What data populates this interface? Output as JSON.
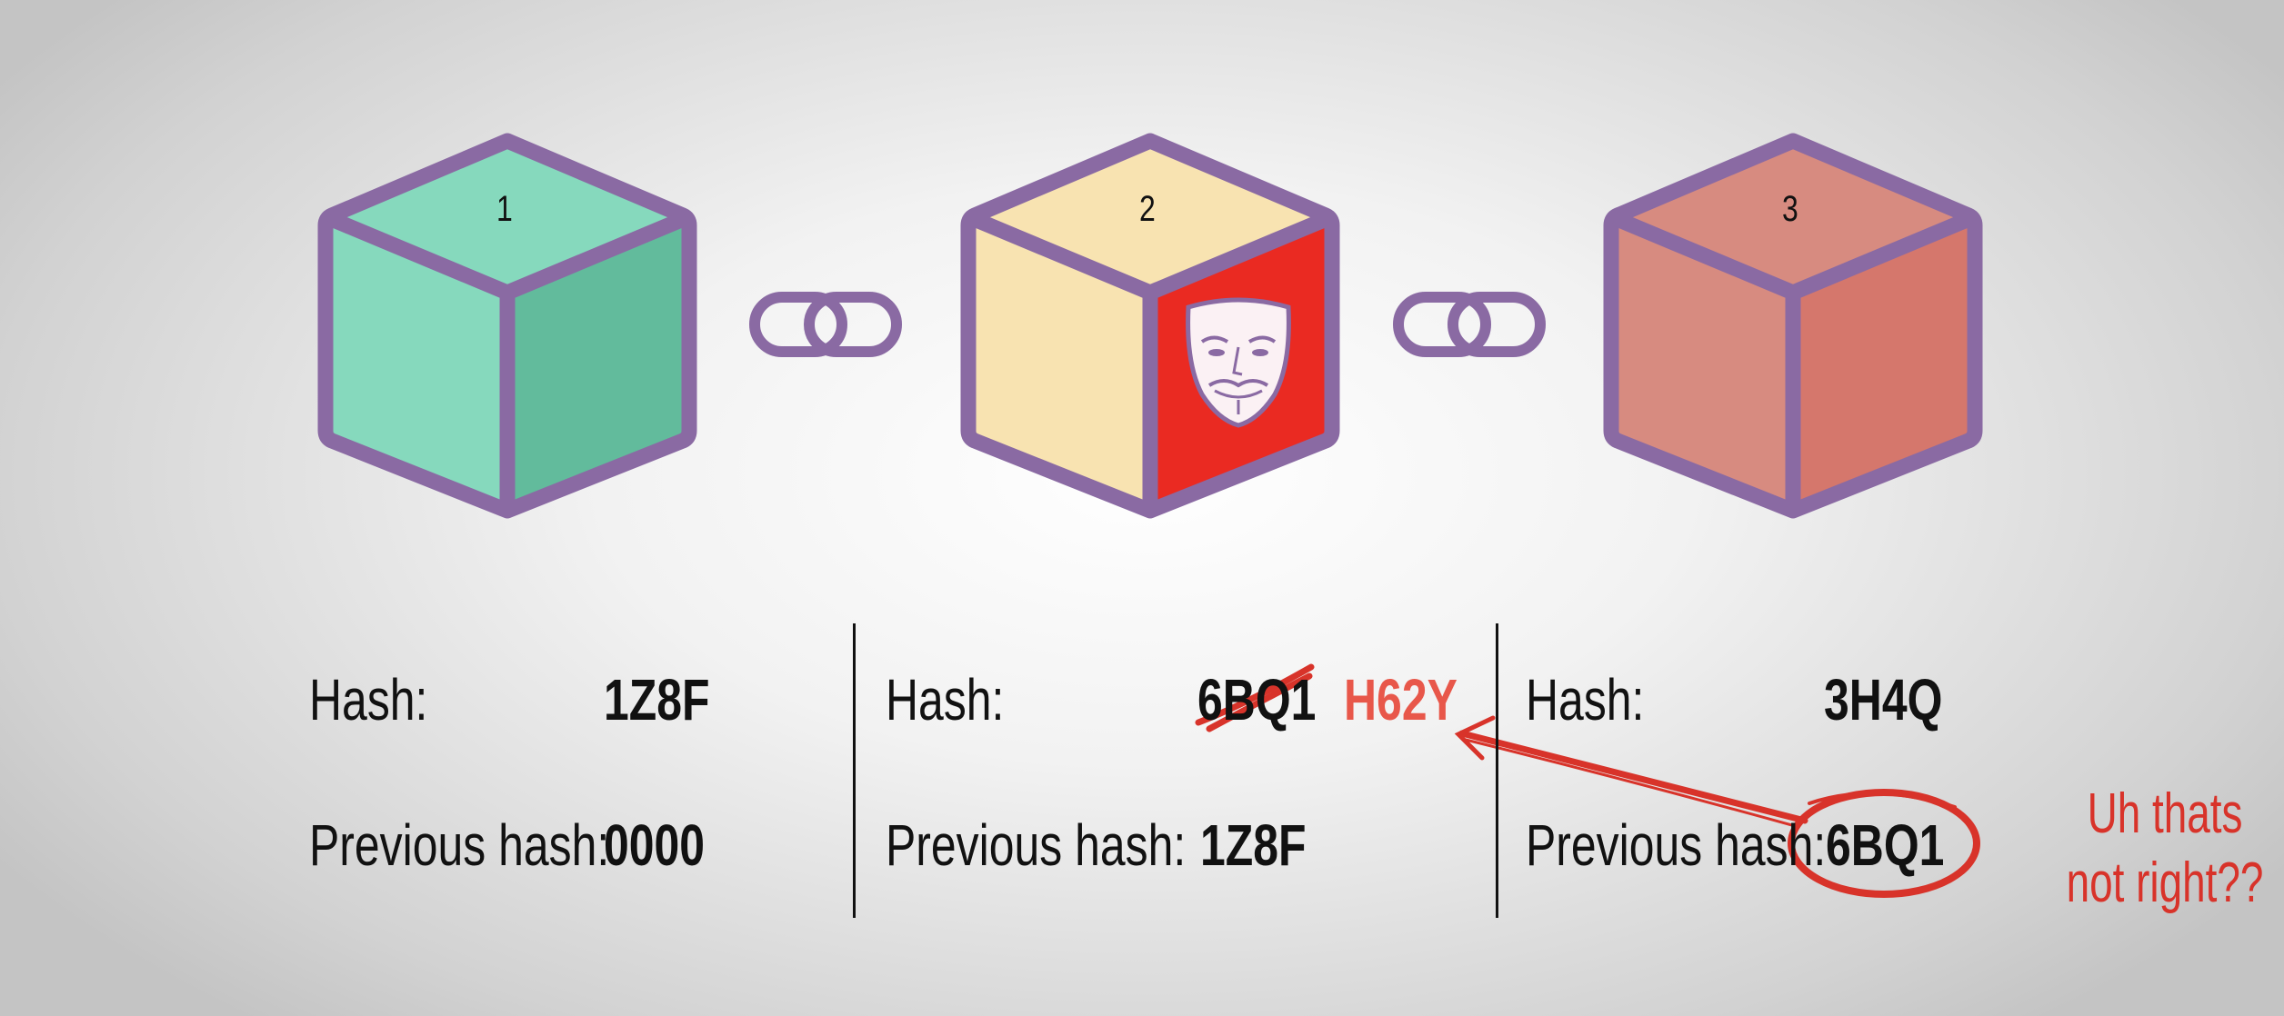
{
  "colors": {
    "outline": "#8a6aa3",
    "block1_light": "#86d9bd",
    "block1_dark": "#62bb9c",
    "block2_light": "#f8e3b1",
    "block2_hacked": "#ea2a22",
    "block3_light": "#d78b80",
    "block3_dark": "#d5776c",
    "annotation_red": "#d8332a",
    "tampered_hash": "#e8574a"
  },
  "blocks": [
    {
      "number": "1",
      "hash_label": "Hash:",
      "hash": "1Z8F",
      "prev_label": "Previous hash:",
      "prev_hash": "0000"
    },
    {
      "number": "2",
      "hash_label": "Hash:",
      "hash_old": "6BQ1",
      "hash_new": "H62Y",
      "prev_label": "Previous hash:",
      "prev_hash": "1Z8F",
      "icon": "anonymous-mask-icon"
    },
    {
      "number": "3",
      "hash_label": "Hash:",
      "hash": "3H4Q",
      "prev_label": "Previous hash:",
      "prev_hash": "6BQ1"
    }
  ],
  "links": [
    "chain-link-icon",
    "chain-link-icon"
  ],
  "annotation": {
    "line1": "Uh thats",
    "line2": "not right??"
  }
}
